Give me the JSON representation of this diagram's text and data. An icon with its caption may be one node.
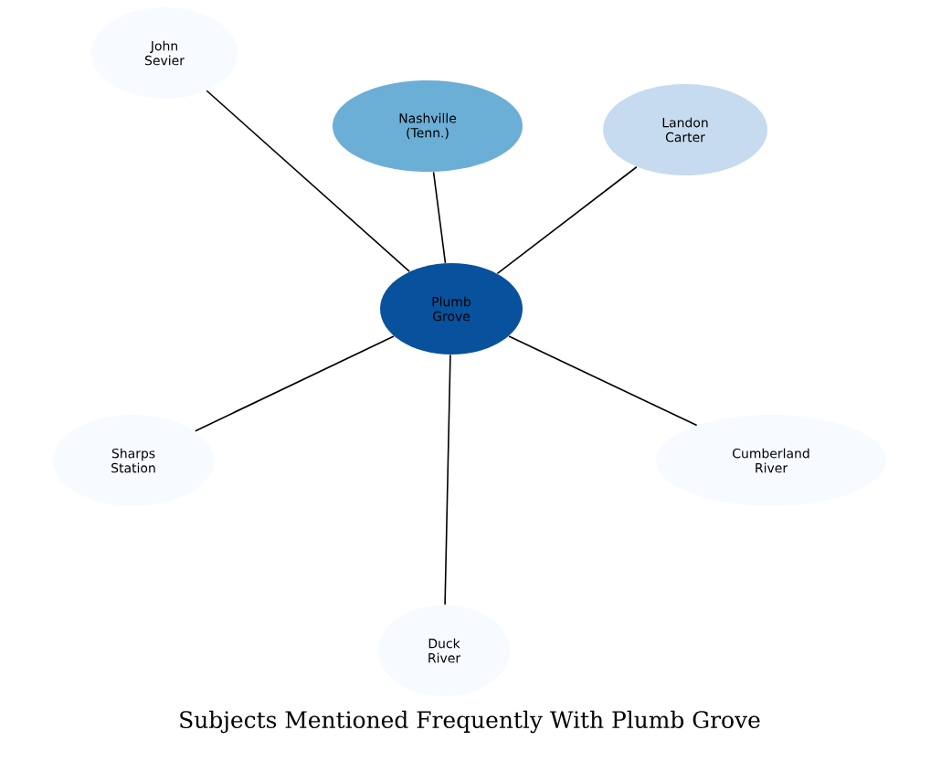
{
  "diagram": {
    "title": "Subjects Mentioned Frequently With Plumb Grove",
    "nodes": [
      {
        "text": [
          "Plumb Grove"
        ]
      },
      {
        "text": [
          "John Sevier"
        ]
      },
      {
        "text": [
          "Nashville (Tenn.)"
        ]
      },
      {
        "text": [
          "Landon Carter"
        ]
      },
      {
        "text": [
          "Sharps Station"
        ]
      },
      {
        "text": [
          "Cumberland River"
        ]
      },
      {
        "text": [
          "Duck River"
        ]
      }
    ],
    "edges": [
      {
        "from": 0,
        "to": 1,
        "arrow": "none"
      },
      {
        "from": 0,
        "to": 2,
        "arrow": "none"
      },
      {
        "from": 0,
        "to": 3,
        "arrow": "none"
      },
      {
        "from": 0,
        "to": 4,
        "arrow": "none"
      },
      {
        "from": 0,
        "to": 5,
        "arrow": "none"
      },
      {
        "from": 0,
        "to": 6,
        "arrow": "none"
      }
    ]
  }
}
